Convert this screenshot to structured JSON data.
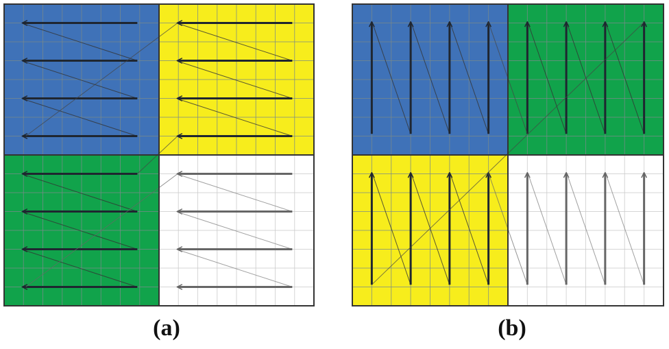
{
  "panels": [
    {
      "id": "a",
      "caption": "(a)",
      "scan": "horizontal-right-to-left",
      "quadrants": [
        {
          "position": "top-left",
          "color": "#3f72b8"
        },
        {
          "position": "top-right",
          "color": "#f7ed1c"
        },
        {
          "position": "bottom-left",
          "color": "#11a34b"
        },
        {
          "position": "bottom-right",
          "color": "#ffffff"
        }
      ]
    },
    {
      "id": "b",
      "caption": "(b)",
      "scan": "vertical-bottom-to-top",
      "quadrants": [
        {
          "position": "top-left",
          "color": "#3f72b8"
        },
        {
          "position": "top-right",
          "color": "#11a34b"
        },
        {
          "position": "bottom-left",
          "color": "#f7ed1c"
        },
        {
          "position": "bottom-right",
          "color": "#ffffff"
        }
      ]
    }
  ],
  "colors": {
    "grid_line": "#7a8a8a",
    "arrow_dark": "#1f2630",
    "arrow_light": "#666666",
    "border": "#333333"
  }
}
